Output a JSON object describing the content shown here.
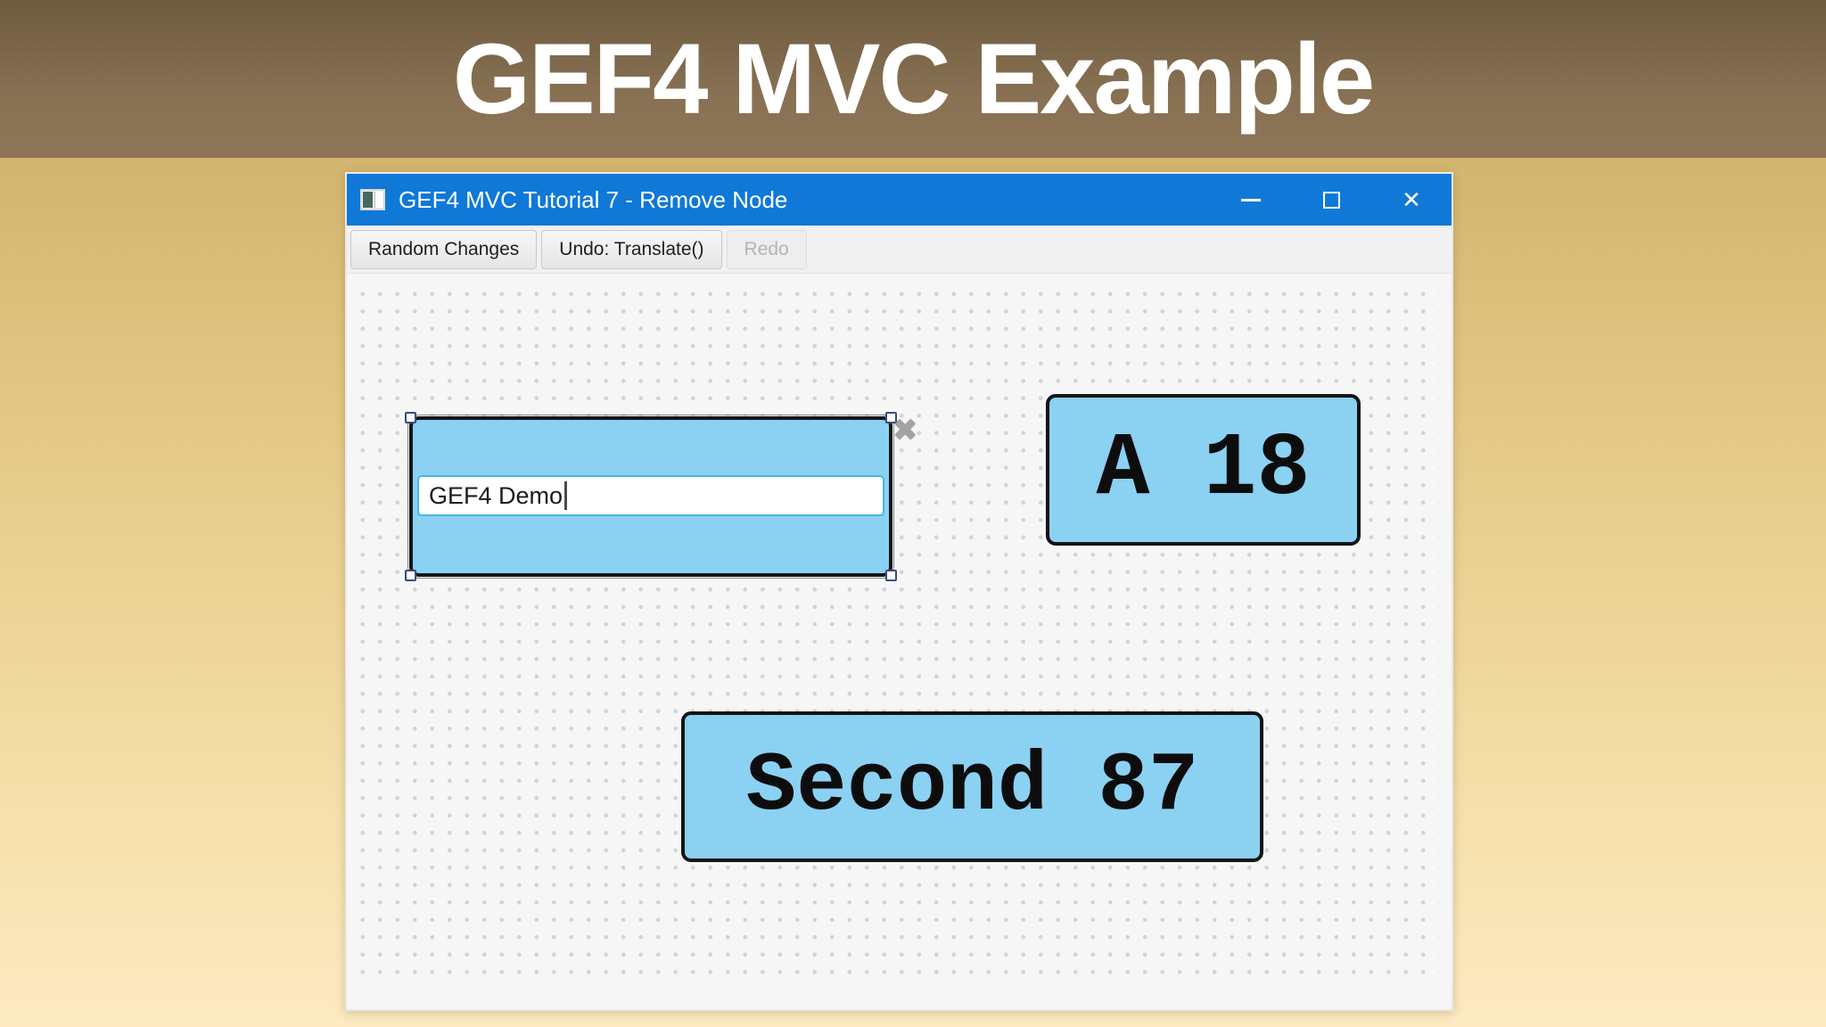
{
  "banner": {
    "title": "GEF4 MVC Example"
  },
  "window": {
    "title": "GEF4 MVC Tutorial 7 - Remove Node",
    "controls": {
      "minimize": "minimize",
      "maximize": "maximize",
      "close": "✕"
    },
    "toolbar": {
      "buttons": [
        {
          "label": "Random Changes",
          "enabled": true
        },
        {
          "label": "Undo: Translate()",
          "enabled": true
        },
        {
          "label": "Redo",
          "enabled": false
        }
      ]
    },
    "canvas": {
      "editing_node": {
        "text_value": "GEF4 Demo"
      },
      "nodes": [
        {
          "label": "A 18"
        },
        {
          "label": "Second 87"
        }
      ],
      "delete_icon_glyph": "✖"
    }
  },
  "colors": {
    "titlebar_blue": "#1078d7",
    "node_fill": "#8bd1f2",
    "node_border": "#141414",
    "banner_brown": "#8a7254",
    "background_tan": "#e3c784",
    "canvas_bg": "#f6f6f7"
  }
}
